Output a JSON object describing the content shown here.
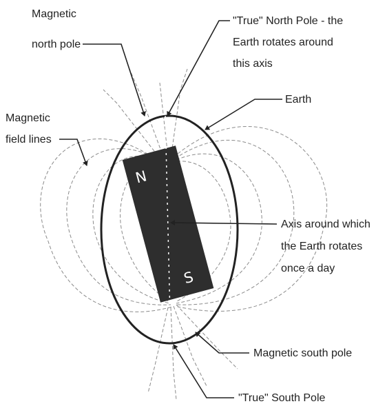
{
  "labels": {
    "magnetic_north_pole": [
      "Magnetic",
      "north pole"
    ],
    "true_north_pole": [
      "\"True\" North Pole - the",
      "Earth rotates around",
      "this axis"
    ],
    "earth": "Earth",
    "magnetic_field_lines": [
      "Magnetic",
      "field lines"
    ],
    "rotation_axis": [
      "Axis around which",
      "the Earth rotates",
      "once a day"
    ],
    "magnetic_south_pole": "Magnetic south pole",
    "true_south_pole": "\"True\" South Pole"
  },
  "magnet": {
    "north_letter": "N",
    "south_letter": "S"
  },
  "colors": {
    "ink": "#222222",
    "magnet": "#2e2e2e",
    "field_lines": "#8a8a8a",
    "background": "#ffffff"
  }
}
